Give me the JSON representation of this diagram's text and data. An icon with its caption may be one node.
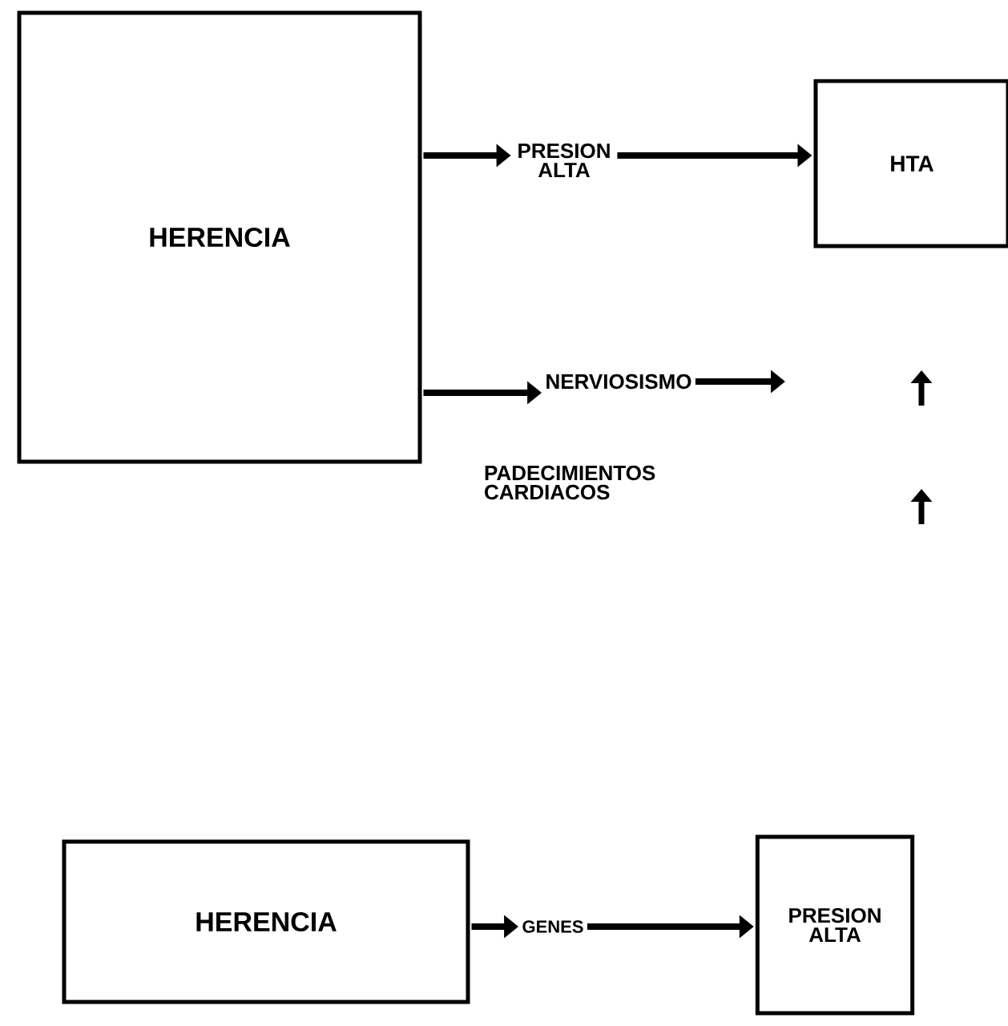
{
  "diagram": {
    "nodes": [
      {
        "text": [
          "HERENCIA"
        ]
      },
      {
        "text": [
          "PRESION ALTA"
        ]
      },
      {
        "text": [
          "HTA"
        ]
      },
      {
        "text": [
          "NERVIOSISMO"
        ]
      },
      {
        "text": [
          "PADECIMIENTOS CARDIACOS"
        ]
      },
      {
        "text": [
          "HERENCIA"
        ]
      },
      {
        "text": [
          "GENES"
        ]
      },
      {
        "text": [
          "PRESION ALTA"
        ]
      }
    ],
    "edges": [
      {
        "from": 0,
        "to": 1,
        "arrow": "to"
      },
      {
        "from": 1,
        "to": 2,
        "arrow": "to"
      },
      {
        "from": 0,
        "to": 3,
        "arrow": "to"
      },
      {
        "from": 3,
        "to": null,
        "arrow": "to"
      },
      {
        "from": 5,
        "to": 6,
        "arrow": "to"
      },
      {
        "from": 6,
        "to": 7,
        "arrow": "to"
      }
    ]
  }
}
